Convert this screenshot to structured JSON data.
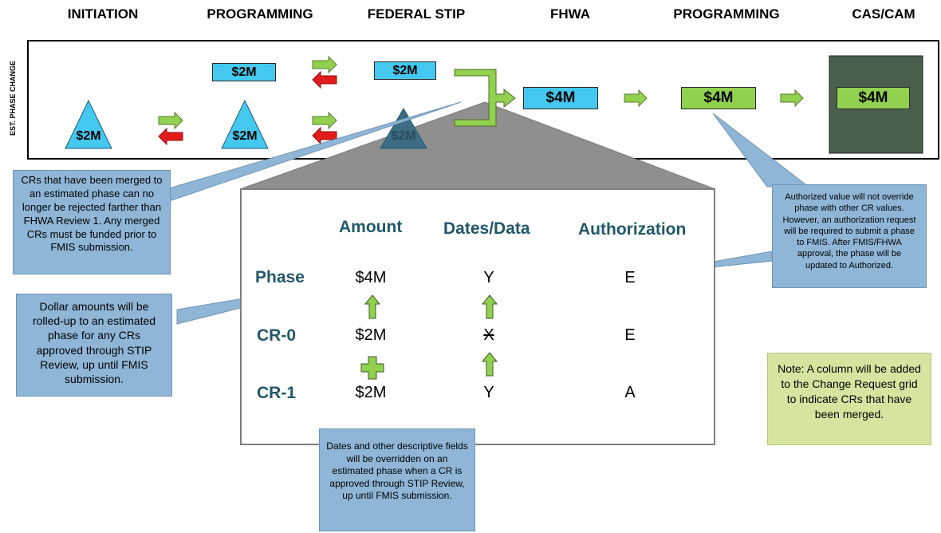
{
  "stages": [
    "INITIATION",
    "PROGRAMMING",
    "FEDERAL STIP",
    "FHWA",
    "PROGRAMMING",
    "CAS/CAM"
  ],
  "side_label": "EST. PHASE CHANGE",
  "flow": {
    "initiation_tri": "$2M",
    "programming_box": "$2M",
    "programming_tri": "$2M",
    "stip_box": "$2M",
    "stip_tri": "$2M",
    "fhwa_box": "$4M",
    "programming2_box": "$4M",
    "cas_box": "$4M"
  },
  "colors": {
    "blue": "#44c8f0",
    "green": "#92d050",
    "red_arrow": "#e31b1b",
    "cas_bg": "#4a5e4d",
    "callout": "#8fb6d6",
    "note": "#d7e4a0",
    "heading": "#215868"
  },
  "detail": {
    "columns": [
      "Amount",
      "Dates/Data",
      "Authorization"
    ],
    "rows": [
      {
        "label": "Phase",
        "amount": "$4M",
        "dates": "Y",
        "auth": "E"
      },
      {
        "label": "CR-0",
        "amount": "$2M",
        "dates": "X",
        "auth": "E"
      },
      {
        "label": "CR-1",
        "amount": "$2M",
        "dates": "Y",
        "auth": "A"
      }
    ]
  },
  "callouts": {
    "merged": "CRs that have been merged to an estimated phase can no longer be rejected farther than FHWA Review 1. Any merged CRs must be funded prior to FMIS submission.",
    "dollar": "Dollar amounts will be rolled-up to an estimated phase for any CRs approved through STIP Review, up until FMIS submission.",
    "dates": "Dates and other descriptive fields will be overridden on an estimated phase when a CR is approved through STIP Review, up until FMIS submission.",
    "authorized": "Authorized value will not override phase with other CR values. However, an authorization request will be required to submit a phase to FMIS. After FMIS/FHWA approval, the phase will be updated to Authorized."
  },
  "note": "Note: A column will be added to the Change Request grid to indicate CRs that have been merged."
}
